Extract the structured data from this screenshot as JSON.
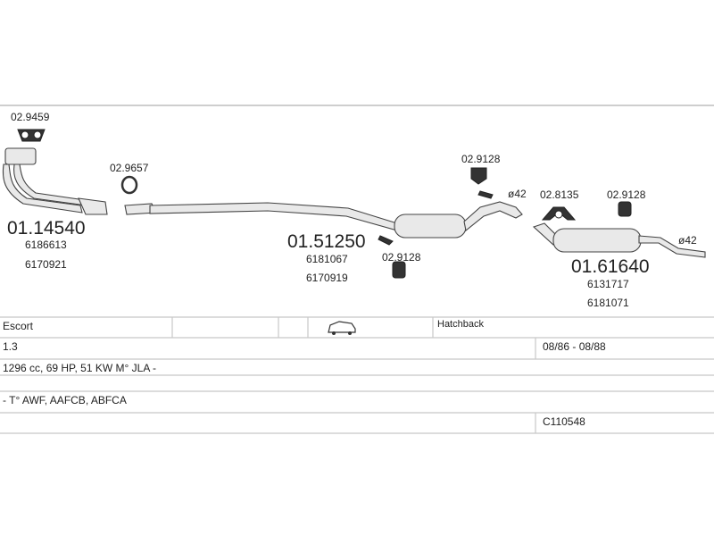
{
  "parts": {
    "gasket_top": "02.9459",
    "front_pipe": "01.14540",
    "front_pipe_oe1": "6186613",
    "front_pipe_oe2": "6170921",
    "ring": "02.9657",
    "middle": "01.51250",
    "middle_oe1": "6181067",
    "middle_oe2": "6170919",
    "rubber_mid": "02.9128",
    "rubber_upper": "02.9128",
    "rear_mount": "02.8135",
    "rubber_rear": "02.9128",
    "diameter_mid": "ø42",
    "rear": "01.61640",
    "rear_oe1": "6131717",
    "rear_oe2": "6181071",
    "diameter_rear": "ø42"
  },
  "info": {
    "model": "Escort",
    "body_type": "Hatchback",
    "engine": "1.3",
    "years": "08/86 - 08/88",
    "spec": "1296 cc, 69 HP, 51 KW M° JLA -",
    "codes": "- T° AWF, AAFCB, ABFCA",
    "catalog_no": "C110548"
  },
  "icons": [
    "car-hatchback-icon"
  ]
}
